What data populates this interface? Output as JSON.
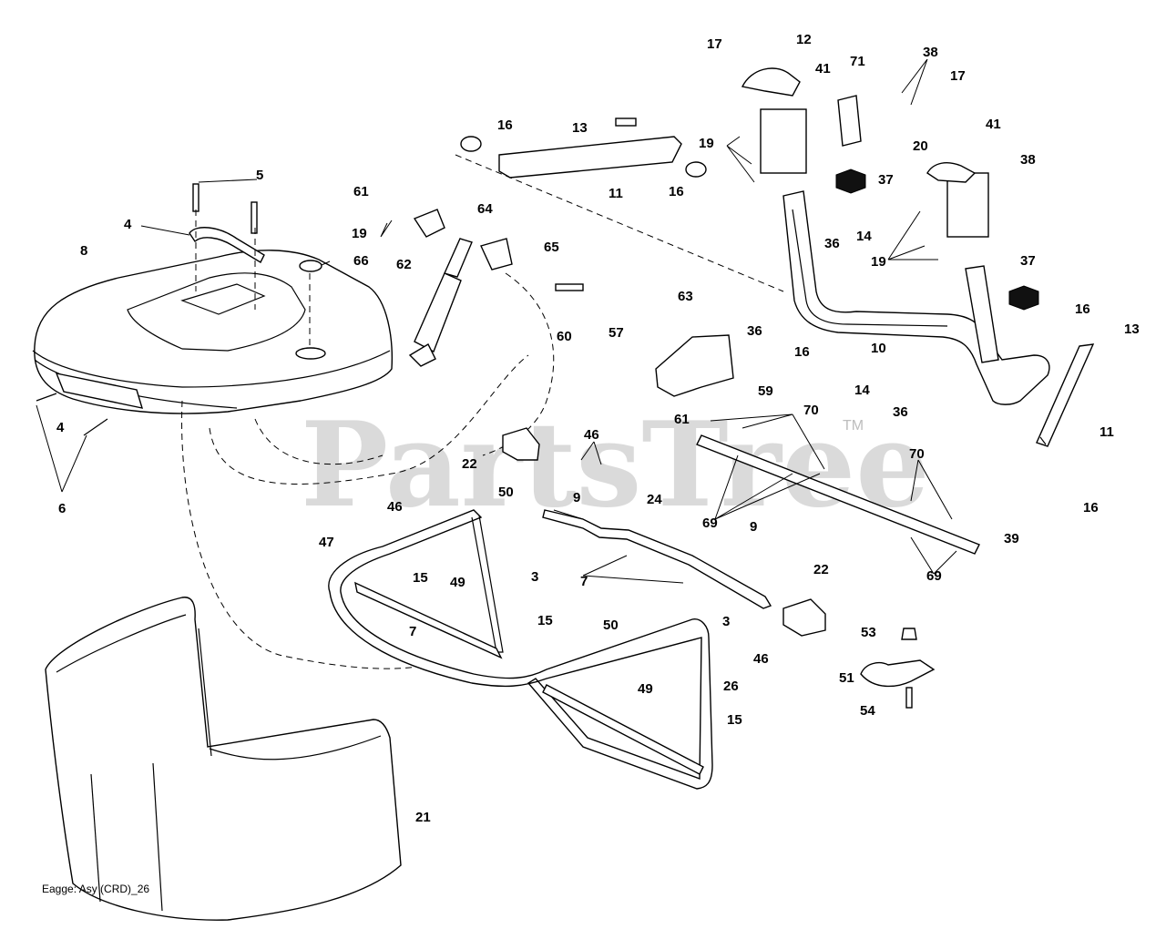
{
  "diagram": {
    "watermark": "PartsTree",
    "trademark": "TM",
    "caption": "Eagge: Asy (CRD)_26",
    "labels": [
      {
        "id": "lbl-17a",
        "text": "17"
      },
      {
        "id": "lbl-12",
        "text": "12"
      },
      {
        "id": "lbl-41a",
        "text": "41"
      },
      {
        "id": "lbl-71",
        "text": "71"
      },
      {
        "id": "lbl-38a",
        "text": "38"
      },
      {
        "id": "lbl-17b",
        "text": "17"
      },
      {
        "id": "lbl-16a",
        "text": "16"
      },
      {
        "id": "lbl-13a",
        "text": "13"
      },
      {
        "id": "lbl-19a",
        "text": "19"
      },
      {
        "id": "lbl-20",
        "text": "20"
      },
      {
        "id": "lbl-41b",
        "text": "41"
      },
      {
        "id": "lbl-38b",
        "text": "38"
      },
      {
        "id": "lbl-5",
        "text": "5"
      },
      {
        "id": "lbl-11a",
        "text": "11"
      },
      {
        "id": "lbl-16b",
        "text": "16"
      },
      {
        "id": "lbl-37a",
        "text": "37"
      },
      {
        "id": "lbl-61a",
        "text": "61"
      },
      {
        "id": "lbl-64",
        "text": "64"
      },
      {
        "id": "lbl-4a",
        "text": "4"
      },
      {
        "id": "lbl-19b",
        "text": "19"
      },
      {
        "id": "lbl-8",
        "text": "8"
      },
      {
        "id": "lbl-65",
        "text": "65"
      },
      {
        "id": "lbl-36a",
        "text": "36"
      },
      {
        "id": "lbl-14a",
        "text": "14"
      },
      {
        "id": "lbl-19c",
        "text": "19"
      },
      {
        "id": "lbl-37b",
        "text": "37"
      },
      {
        "id": "lbl-66",
        "text": "66"
      },
      {
        "id": "lbl-62",
        "text": "62"
      },
      {
        "id": "lbl-63",
        "text": "63"
      },
      {
        "id": "lbl-57",
        "text": "57"
      },
      {
        "id": "lbl-60",
        "text": "60"
      },
      {
        "id": "lbl-36b",
        "text": "36"
      },
      {
        "id": "lbl-16c",
        "text": "16"
      },
      {
        "id": "lbl-10",
        "text": "10"
      },
      {
        "id": "lbl-16d",
        "text": "16"
      },
      {
        "id": "lbl-13b",
        "text": "13"
      },
      {
        "id": "lbl-59",
        "text": "59"
      },
      {
        "id": "lbl-14b",
        "text": "14"
      },
      {
        "id": "lbl-36c",
        "text": "36"
      },
      {
        "id": "lbl-4b",
        "text": "4"
      },
      {
        "id": "lbl-61b",
        "text": "61"
      },
      {
        "id": "lbl-70a",
        "text": "70"
      },
      {
        "id": "lbl-11b",
        "text": "11"
      },
      {
        "id": "lbl-46a",
        "text": "46"
      },
      {
        "id": "lbl-22a",
        "text": "22"
      },
      {
        "id": "lbl-70b",
        "text": "70"
      },
      {
        "id": "lbl-16e",
        "text": "16"
      },
      {
        "id": "lbl-6",
        "text": "6"
      },
      {
        "id": "lbl-50a",
        "text": "50"
      },
      {
        "id": "lbl-9a",
        "text": "9"
      },
      {
        "id": "lbl-24",
        "text": "24"
      },
      {
        "id": "lbl-46b",
        "text": "46"
      },
      {
        "id": "lbl-69a",
        "text": "69"
      },
      {
        "id": "lbl-9b",
        "text": "9"
      },
      {
        "id": "lbl-39",
        "text": "39"
      },
      {
        "id": "lbl-47",
        "text": "47"
      },
      {
        "id": "lbl-3a",
        "text": "3"
      },
      {
        "id": "lbl-15a",
        "text": "15"
      },
      {
        "id": "lbl-49a",
        "text": "49"
      },
      {
        "id": "lbl-7a",
        "text": "7"
      },
      {
        "id": "lbl-69b",
        "text": "69"
      },
      {
        "id": "lbl-22b",
        "text": "22"
      },
      {
        "id": "lbl-15b",
        "text": "15"
      },
      {
        "id": "lbl-50b",
        "text": "50"
      },
      {
        "id": "lbl-3b",
        "text": "3"
      },
      {
        "id": "lbl-53",
        "text": "53"
      },
      {
        "id": "lbl-7b",
        "text": "7"
      },
      {
        "id": "lbl-46c",
        "text": "46"
      },
      {
        "id": "lbl-51",
        "text": "51"
      },
      {
        "id": "lbl-49b",
        "text": "49"
      },
      {
        "id": "lbl-26",
        "text": "26"
      },
      {
        "id": "lbl-54",
        "text": "54"
      },
      {
        "id": "lbl-15c",
        "text": "15"
      },
      {
        "id": "lbl-21",
        "text": "21"
      }
    ]
  }
}
